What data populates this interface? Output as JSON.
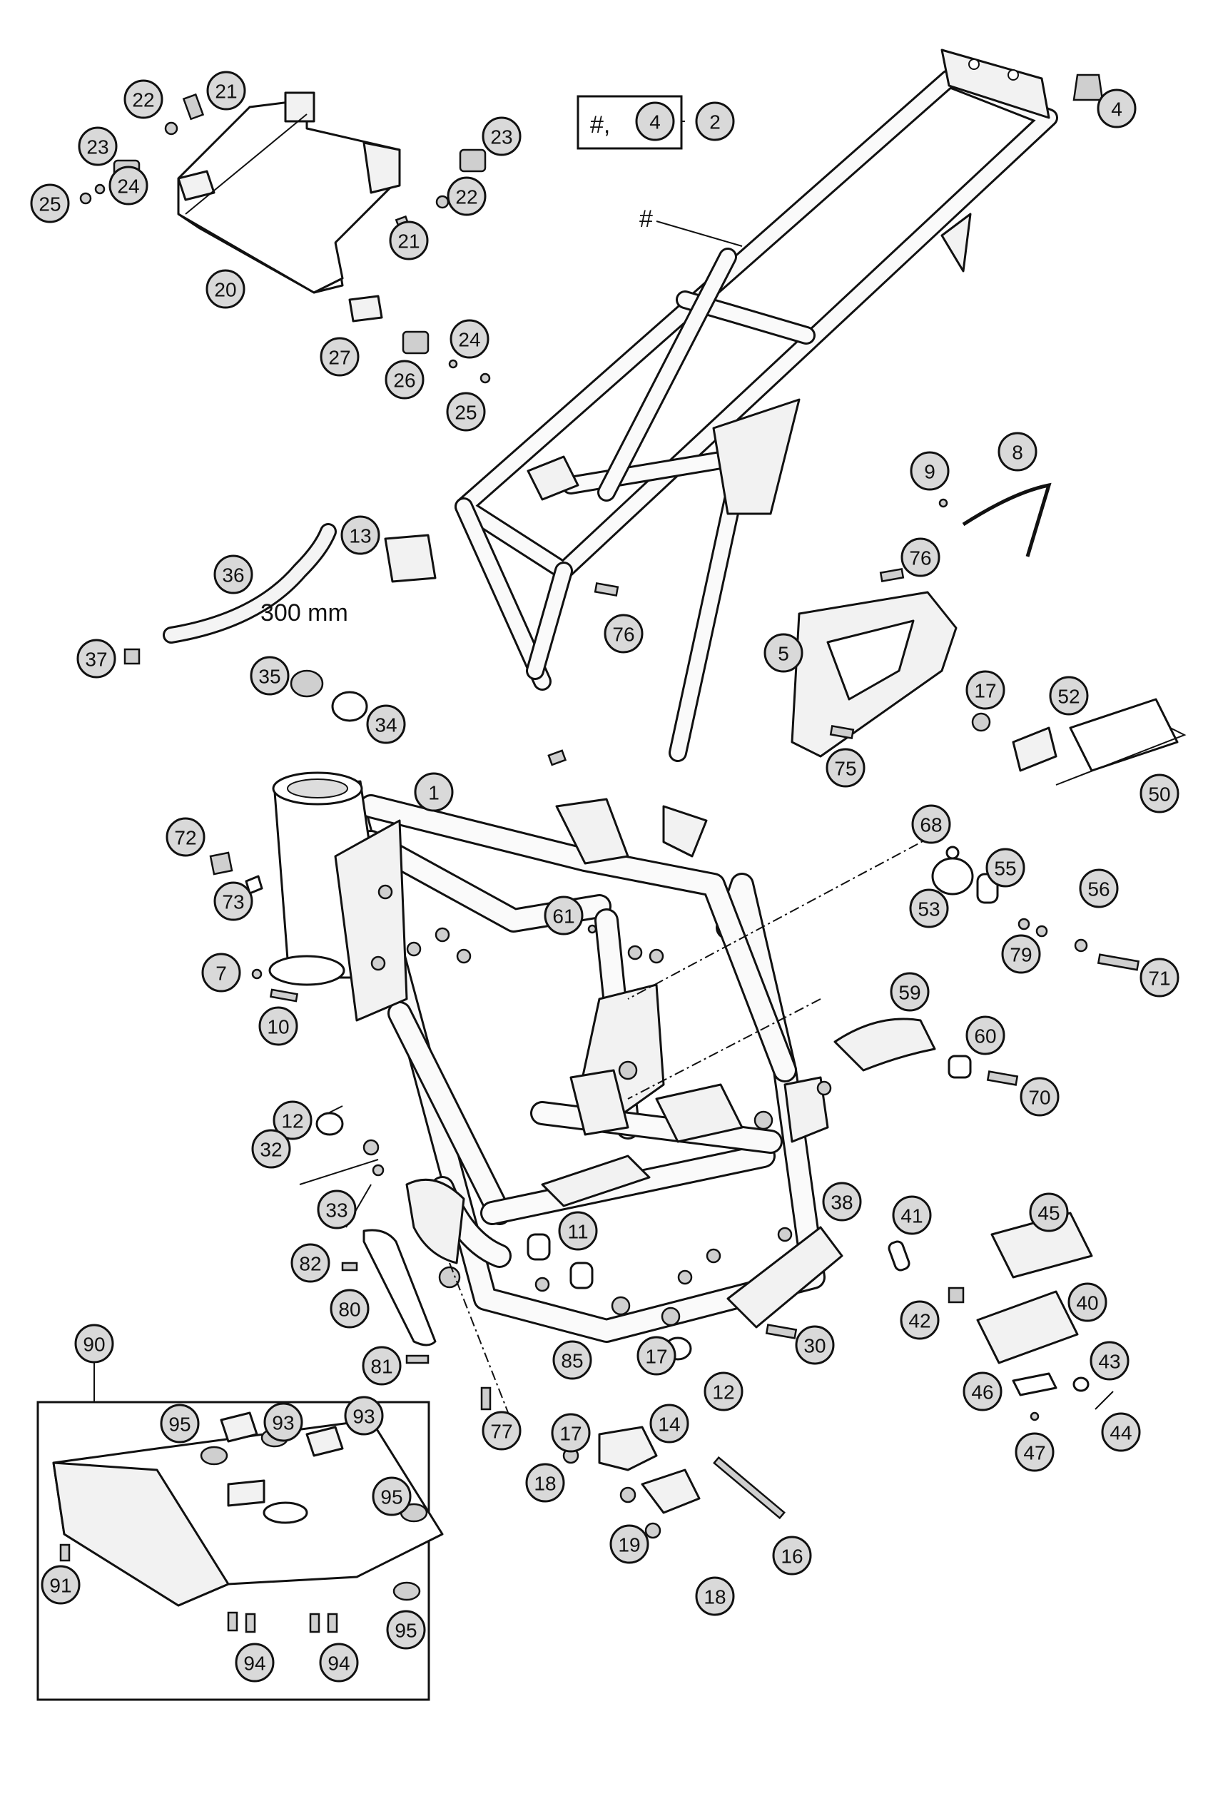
{
  "callouts": [
    {
      "id": "c1",
      "text": "1"
    },
    {
      "id": "c2",
      "text": "2"
    },
    {
      "id": "c4",
      "text": "4"
    },
    {
      "id": "c4b",
      "text": "4"
    },
    {
      "id": "c5",
      "text": "5"
    },
    {
      "id": "c7",
      "text": "7"
    },
    {
      "id": "c8",
      "text": "8"
    },
    {
      "id": "c9",
      "text": "9"
    },
    {
      "id": "c10",
      "text": "10"
    },
    {
      "id": "c11",
      "text": "11"
    },
    {
      "id": "c12a",
      "text": "12"
    },
    {
      "id": "c12b",
      "text": "12"
    },
    {
      "id": "c13",
      "text": "13"
    },
    {
      "id": "c14",
      "text": "14"
    },
    {
      "id": "c16",
      "text": "16"
    },
    {
      "id": "c17a",
      "text": "17"
    },
    {
      "id": "c17b",
      "text": "17"
    },
    {
      "id": "c17c",
      "text": "17"
    },
    {
      "id": "c18a",
      "text": "18"
    },
    {
      "id": "c18b",
      "text": "18"
    },
    {
      "id": "c19",
      "text": "19"
    },
    {
      "id": "c20",
      "text": "20"
    },
    {
      "id": "c21a",
      "text": "21"
    },
    {
      "id": "c21b",
      "text": "21"
    },
    {
      "id": "c22a",
      "text": "22"
    },
    {
      "id": "c22b",
      "text": "22"
    },
    {
      "id": "c23a",
      "text": "23"
    },
    {
      "id": "c23b",
      "text": "23"
    },
    {
      "id": "c24a",
      "text": "24"
    },
    {
      "id": "c24b",
      "text": "24"
    },
    {
      "id": "c25a",
      "text": "25"
    },
    {
      "id": "c25b",
      "text": "25"
    },
    {
      "id": "c26",
      "text": "26"
    },
    {
      "id": "c27",
      "text": "27"
    },
    {
      "id": "c30",
      "text": "30"
    },
    {
      "id": "c32",
      "text": "32"
    },
    {
      "id": "c33",
      "text": "33"
    },
    {
      "id": "c34",
      "text": "34"
    },
    {
      "id": "c35",
      "text": "35"
    },
    {
      "id": "c36",
      "text": "36"
    },
    {
      "id": "c37",
      "text": "37"
    },
    {
      "id": "c38",
      "text": "38"
    },
    {
      "id": "c40",
      "text": "40"
    },
    {
      "id": "c41",
      "text": "41"
    },
    {
      "id": "c42",
      "text": "42"
    },
    {
      "id": "c43",
      "text": "43"
    },
    {
      "id": "c44",
      "text": "44"
    },
    {
      "id": "c45",
      "text": "45"
    },
    {
      "id": "c46",
      "text": "46"
    },
    {
      "id": "c47",
      "text": "47"
    },
    {
      "id": "c50",
      "text": "50"
    },
    {
      "id": "c52",
      "text": "52"
    },
    {
      "id": "c53",
      "text": "53"
    },
    {
      "id": "c55",
      "text": "55"
    },
    {
      "id": "c56",
      "text": "56"
    },
    {
      "id": "c59",
      "text": "59"
    },
    {
      "id": "c60",
      "text": "60"
    },
    {
      "id": "c61",
      "text": "61"
    },
    {
      "id": "c68",
      "text": "68"
    },
    {
      "id": "c70",
      "text": "70"
    },
    {
      "id": "c71",
      "text": "71"
    },
    {
      "id": "c72",
      "text": "72"
    },
    {
      "id": "c73",
      "text": "73"
    },
    {
      "id": "c75",
      "text": "75"
    },
    {
      "id": "c76a",
      "text": "76"
    },
    {
      "id": "c76b",
      "text": "76"
    },
    {
      "id": "c77",
      "text": "77"
    },
    {
      "id": "c79",
      "text": "79"
    },
    {
      "id": "c80",
      "text": "80"
    },
    {
      "id": "c81",
      "text": "81"
    },
    {
      "id": "c82",
      "text": "82"
    },
    {
      "id": "c85",
      "text": "85"
    },
    {
      "id": "c90",
      "text": "90"
    },
    {
      "id": "c91",
      "text": "91"
    },
    {
      "id": "c93a",
      "text": "93"
    },
    {
      "id": "c93b",
      "text": "93"
    },
    {
      "id": "c94a",
      "text": "94"
    },
    {
      "id": "c94b",
      "text": "94"
    },
    {
      "id": "c95a",
      "text": "95"
    },
    {
      "id": "c95b",
      "text": "95"
    },
    {
      "id": "c95c",
      "text": "95"
    }
  ],
  "labels": {
    "kit_prefix": "#,",
    "kit_inner": "4",
    "subframe_mark": "#",
    "hose_length": "300 mm"
  }
}
